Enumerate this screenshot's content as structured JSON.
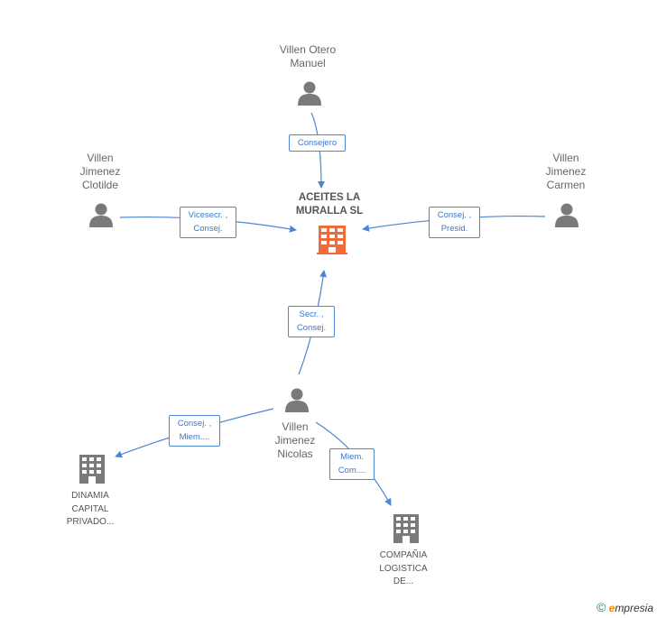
{
  "center": {
    "name_line1": "ACEITES LA",
    "name_line2": "MURALLA SL",
    "color": "#f26b3a"
  },
  "people": [
    {
      "id": "otero",
      "line1": "Villen Otero",
      "line2": "Manuel"
    },
    {
      "id": "clotilde",
      "line1": "Villen",
      "line2": "Jimenez",
      "line3": "Clotilde"
    },
    {
      "id": "carmen",
      "line1": "Villen",
      "line2": "Jimenez",
      "line3": "Carmen"
    },
    {
      "id": "nicolas",
      "line1": "Villen",
      "line2": "Jimenez",
      "line3": "Nicolas"
    }
  ],
  "companies": [
    {
      "id": "dinamia",
      "line1": "DINAMIA",
      "line2": "CAPITAL",
      "line3": "PRIVADO..."
    },
    {
      "id": "compania",
      "line1": "COMPAÑIA",
      "line2": "LOGISTICA",
      "line3": "DE..."
    }
  ],
  "edges": [
    {
      "id": "otero",
      "line1": "Consejero",
      "line2": ""
    },
    {
      "id": "clotilde",
      "line1": "Vicesecr. ,",
      "line2": "Consej."
    },
    {
      "id": "carmen",
      "line1": "Consej. ,",
      "line2": "Presid."
    },
    {
      "id": "nicolas",
      "line1": "Secr. ,",
      "line2": "Consej."
    },
    {
      "id": "dinamia",
      "line1": "Consej. ,",
      "line2": "Miem...."
    },
    {
      "id": "compania",
      "line1": "Miem.",
      "line2": "Com...."
    }
  ],
  "colors": {
    "edge": "#4a86d4",
    "person_icon": "#7a7a7a",
    "company_icon": "#7a7a7a",
    "center_icon": "#f26b3a"
  },
  "footer": {
    "copyright": "©",
    "brand_e": "e",
    "brand_rest": "mpresia"
  }
}
